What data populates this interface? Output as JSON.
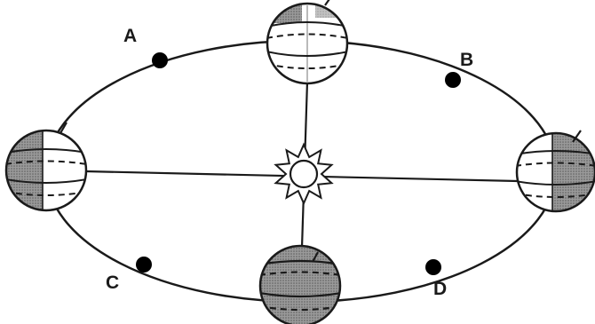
{
  "diagram": {
    "positions": [
      {
        "id": "A",
        "label": "A"
      },
      {
        "id": "B",
        "label": "B"
      },
      {
        "id": "C",
        "label": "C"
      },
      {
        "id": "D",
        "label": "D"
      }
    ],
    "colors": {
      "ink": "#1a1a1a",
      "night_shading": "#8a8a8a",
      "paper": "#ffffff"
    },
    "icons": {
      "center": "sun-icon",
      "orbit_bodies": "earth-globe-icon"
    }
  }
}
